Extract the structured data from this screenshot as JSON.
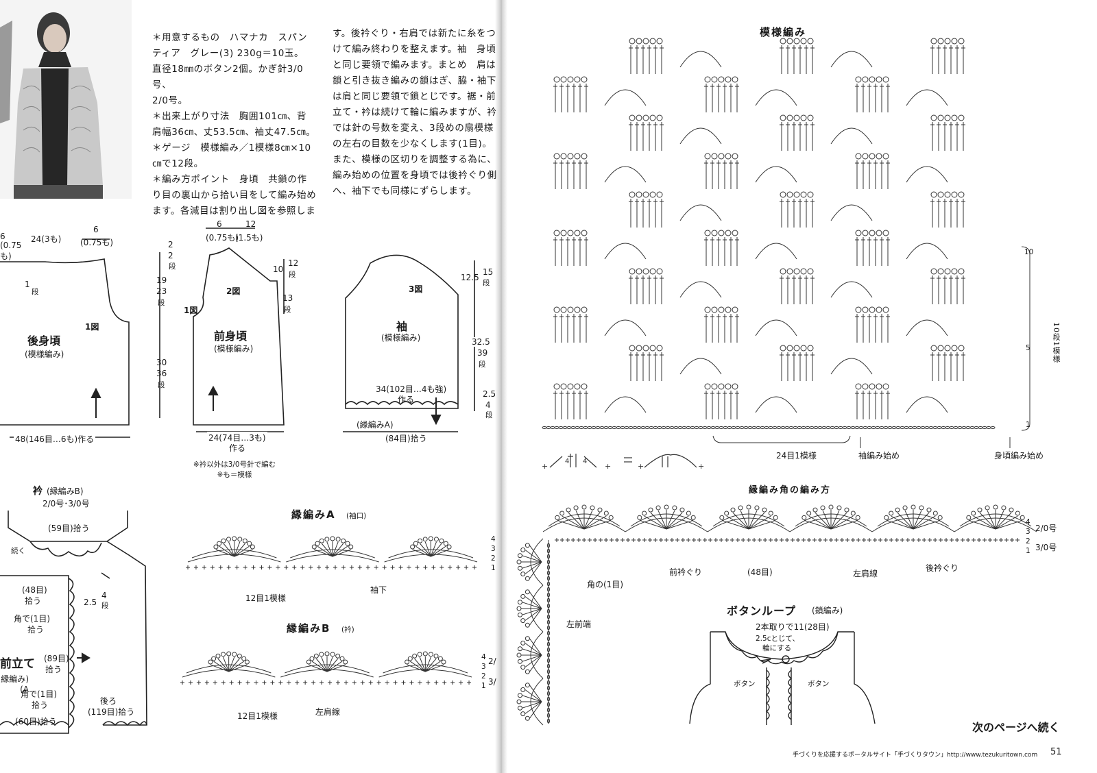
{
  "instructions_left": [
    "＊用意するもの　ハマナカ　スパン",
    "ティア　グレー(3) 230g＝10玉。",
    "直径18㎜のボタン2個。かぎ針3/0号、",
    "2/0号。",
    "＊出来上がり寸法　胸囲101㎝、背",
    "肩幅36㎝、丈53.5㎝、袖丈47.5㎝。",
    "＊ゲージ　模様編み／1模様8㎝×10",
    "㎝で12段。",
    "＊編み方ポイント　身頃　共鎖の作",
    "り目の裏山から拾い目をして編み始め",
    "ます。各減目は割り出し図を参照しま"
  ],
  "instructions_right": [
    "す。後衿ぐり・右肩では新たに糸をつ",
    "けて編み終わりを整えます。袖　身頃",
    "と同じ要領で編みます。まとめ　肩は",
    "鎖と引き抜き編みの鎖はぎ、脇・袖下",
    "は肩と同じ要領で鎖とじです。裾・前",
    "立て・衿は続けて輪に編みますが、衿",
    "では針の号数を変え、3段めの扇模様",
    "の左右の目数を少なくします(1目)。",
    "また、模様の区切りを調整する為に、",
    "編み始めの位置を身頃では後衿ぐり側",
    "へ、袖下でも同様にずらします。"
  ],
  "back": {
    "title": "後身頃",
    "sub": "(模様編み)",
    "fig": "1図",
    "top_left": "6",
    "top_left2": "(0.75も)",
    "top_mid": "24(3も)",
    "top_right": "6",
    "top_right2": "(0.75も)",
    "dec": "1",
    "dec_unit": "段",
    "bottom": "48(146目…6も)作る"
  },
  "front": {
    "title": "前身頃",
    "sub": "(模様編み)",
    "fig1": "1図",
    "fig2": "2図",
    "top1": "6",
    "top2": "12",
    "top1b": "(0.75も)",
    "top2b": "(1.5も)",
    "left_v1": "2",
    "left_v1b": "2",
    "left_v1c": "段",
    "left_v2": "19",
    "left_v2b": "23",
    "left_v2c": "段",
    "left_v3": "30",
    "left_v3b": "36",
    "left_v3c": "段",
    "right_v1": "10",
    "right_v1b": "12",
    "right_v1c": "段",
    "right_v2": "13",
    "right_v2c": "段",
    "bottom": "24(74目…3も)",
    "bottom2": "作る"
  },
  "sleeve": {
    "title": "袖",
    "sub": "(模様編み)",
    "fig": "3図",
    "cap": "12.5",
    "cap_b": "15",
    "cap_c": "段",
    "len": "32.5",
    "len_b": "39",
    "len_c": "段",
    "cuff": "2.5",
    "cuff_b": "4",
    "cuff_c": "段",
    "width": "34(102目…4も強)",
    "width2": "作る",
    "edge": "(縁編みA)",
    "bottom": "(84目)拾う"
  },
  "notes": [
    "※衿以外は3/0号針で編む",
    "※も＝模様"
  ],
  "collar": {
    "title": "衿",
    "sub": "(縁編みB)",
    "hooks": "2/0号･3/0号",
    "pick": "(59目)拾う",
    "cont": "続く",
    "l48": "(48目)",
    "l48b": "拾う",
    "len": "2.5",
    "len_b": "4",
    "len_c": "段",
    "corner": "角で(1目)",
    "corner2": "拾う",
    "front": "前立て",
    "front_sub": "(縁編みA)",
    "l89": "(89目)",
    "l89b": "拾う",
    "corner3": "角で(1目)",
    "corner4": "拾う",
    "l60": "(60目)拾う",
    "back": "後ろ",
    "back2": "(119目)拾う"
  },
  "edgeA": {
    "title": "縁編みA",
    "sub": "(袖口)",
    "rows": [
      "4",
      "3",
      "2",
      "1"
    ],
    "repeat": "12目1模様",
    "mark": "袖下"
  },
  "edgeB": {
    "title": "縁編みB",
    "sub": "(衿)",
    "rows": [
      "4",
      "3",
      "2",
      "1"
    ],
    "hook1": "2/",
    "hook2": "3/",
    "repeat": "12目1模様",
    "mark": "左肩線"
  },
  "pattern": {
    "title": "模様編み",
    "side": [
      "10",
      "5",
      "1"
    ],
    "vertical": "10段1模様",
    "repeat": "24目1模様",
    "start_sleeve": "袖編み始め",
    "start_body": "身頃編み始め",
    "note4": "4"
  },
  "corner_chart": {
    "title": "縁編み角の編み方",
    "rows": [
      "4",
      "3",
      "2",
      "1"
    ],
    "hook1": "2/0号",
    "hook2": "3/0号",
    "front_neck": "前衿ぐり",
    "count": "(48目)",
    "back_neck": "後衿ぐり",
    "shoulder": "左肩線",
    "corner": "角の(1目)",
    "front_edge": "左前端"
  },
  "button": {
    "title": "ボタンループ",
    "sub": "(鎖編み)",
    "note1": "2本取りで11(28目)",
    "note2": "2.5cとじて、",
    "note3": "輪にする",
    "btn1": "ボタン",
    "btn2": "ボタン"
  },
  "footer": {
    "next": "次のページへ続く",
    "site": "手づくりを応援するポータルサイト「手づくりタウン」http://www.tezukuritown.com",
    "page": "51"
  }
}
